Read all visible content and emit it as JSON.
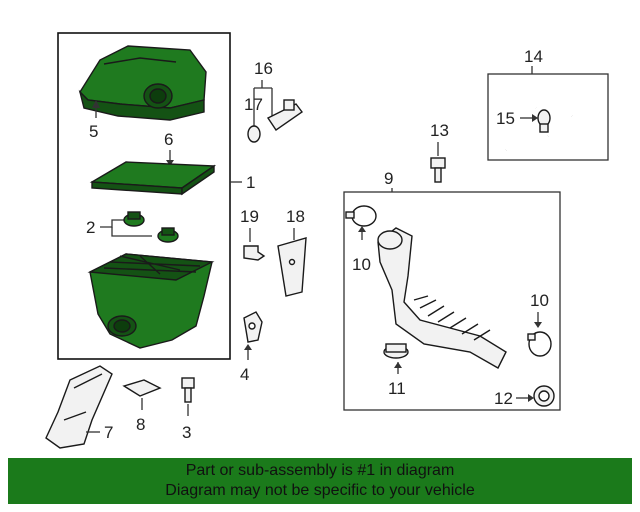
{
  "diagram": {
    "callouts": {
      "c1": "1",
      "c2": "2",
      "c3": "3",
      "c4": "4",
      "c5": "5",
      "c6": "6",
      "c7": "7",
      "c8": "8",
      "c9": "9",
      "c10a": "10",
      "c10b": "10",
      "c11": "11",
      "c12": "12",
      "c13": "13",
      "c14": "14",
      "c15": "15",
      "c16": "16",
      "c17": "17",
      "c18": "18",
      "c19": "19"
    },
    "colors": {
      "highlight": "#1f7a1f",
      "banner": "#1b7a1b"
    }
  },
  "banner": {
    "line1": "Part or sub-assembly is #1 in diagram",
    "line2": "Diagram may not be specific to your vehicle"
  }
}
